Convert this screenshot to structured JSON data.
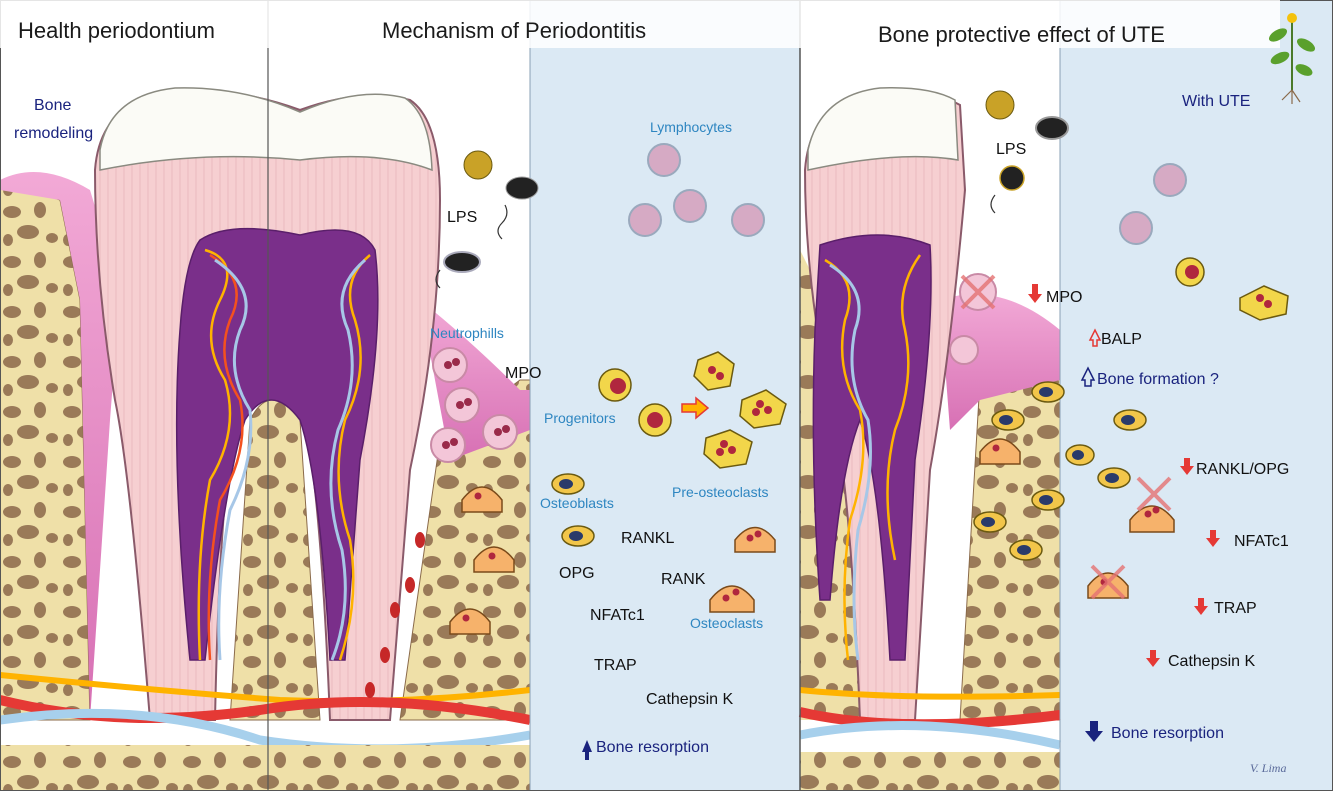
{
  "titles": {
    "health": "Health periodontium",
    "mechanism": "Mechanism of Periodontitis",
    "protective": "Bone protective effect of UTE"
  },
  "panel1": {
    "bone_remodeling_1": "Bone",
    "bone_remodeling_2": "remodeling"
  },
  "panel2": {
    "lymphocytes": "Lymphocytes",
    "lps": "LPS",
    "neutrophils": "Neutrophills",
    "mpo": "MPO",
    "progenitors": "Progenitors",
    "pre_osteoclasts": "Pre-osteoclasts",
    "osteoblasts": "Osteoblasts",
    "rankl": "RANKL",
    "opg": "OPG",
    "rank": "RANK",
    "nfatc1": "NFATc1",
    "osteoclasts": "Osteoclasts",
    "trap": "TRAP",
    "cathepsin": "Cathepsin K",
    "bone_resorption": "Bone resorption"
  },
  "panel3": {
    "with_ute": "With  UTE",
    "lps": "LPS",
    "mpo": "MPO",
    "balp": "BALP",
    "bone_formation": "Bone  formation ?",
    "rankl_opg": "RANKL/OPG",
    "nfatc1": "NFATc1",
    "trap": "TRAP",
    "cathepsin": "Cathepsin K",
    "bone_resorption": "Bone  resorption"
  },
  "signature": "V. Lima",
  "colors": {
    "gum": "#e58ac4",
    "bone": "#efe0a8",
    "bone_pore": "#9a7a58",
    "dentin": "#f6cfd1",
    "enamel": "#fbfbf6",
    "pulp": "#7a2f8a",
    "cell_panel": "#dbe9f4",
    "increase_arrow": "#1a237e",
    "decrease_arrow": "#e53935",
    "label_blue": "#2e86c1",
    "label_navy": "#1a237e"
  }
}
